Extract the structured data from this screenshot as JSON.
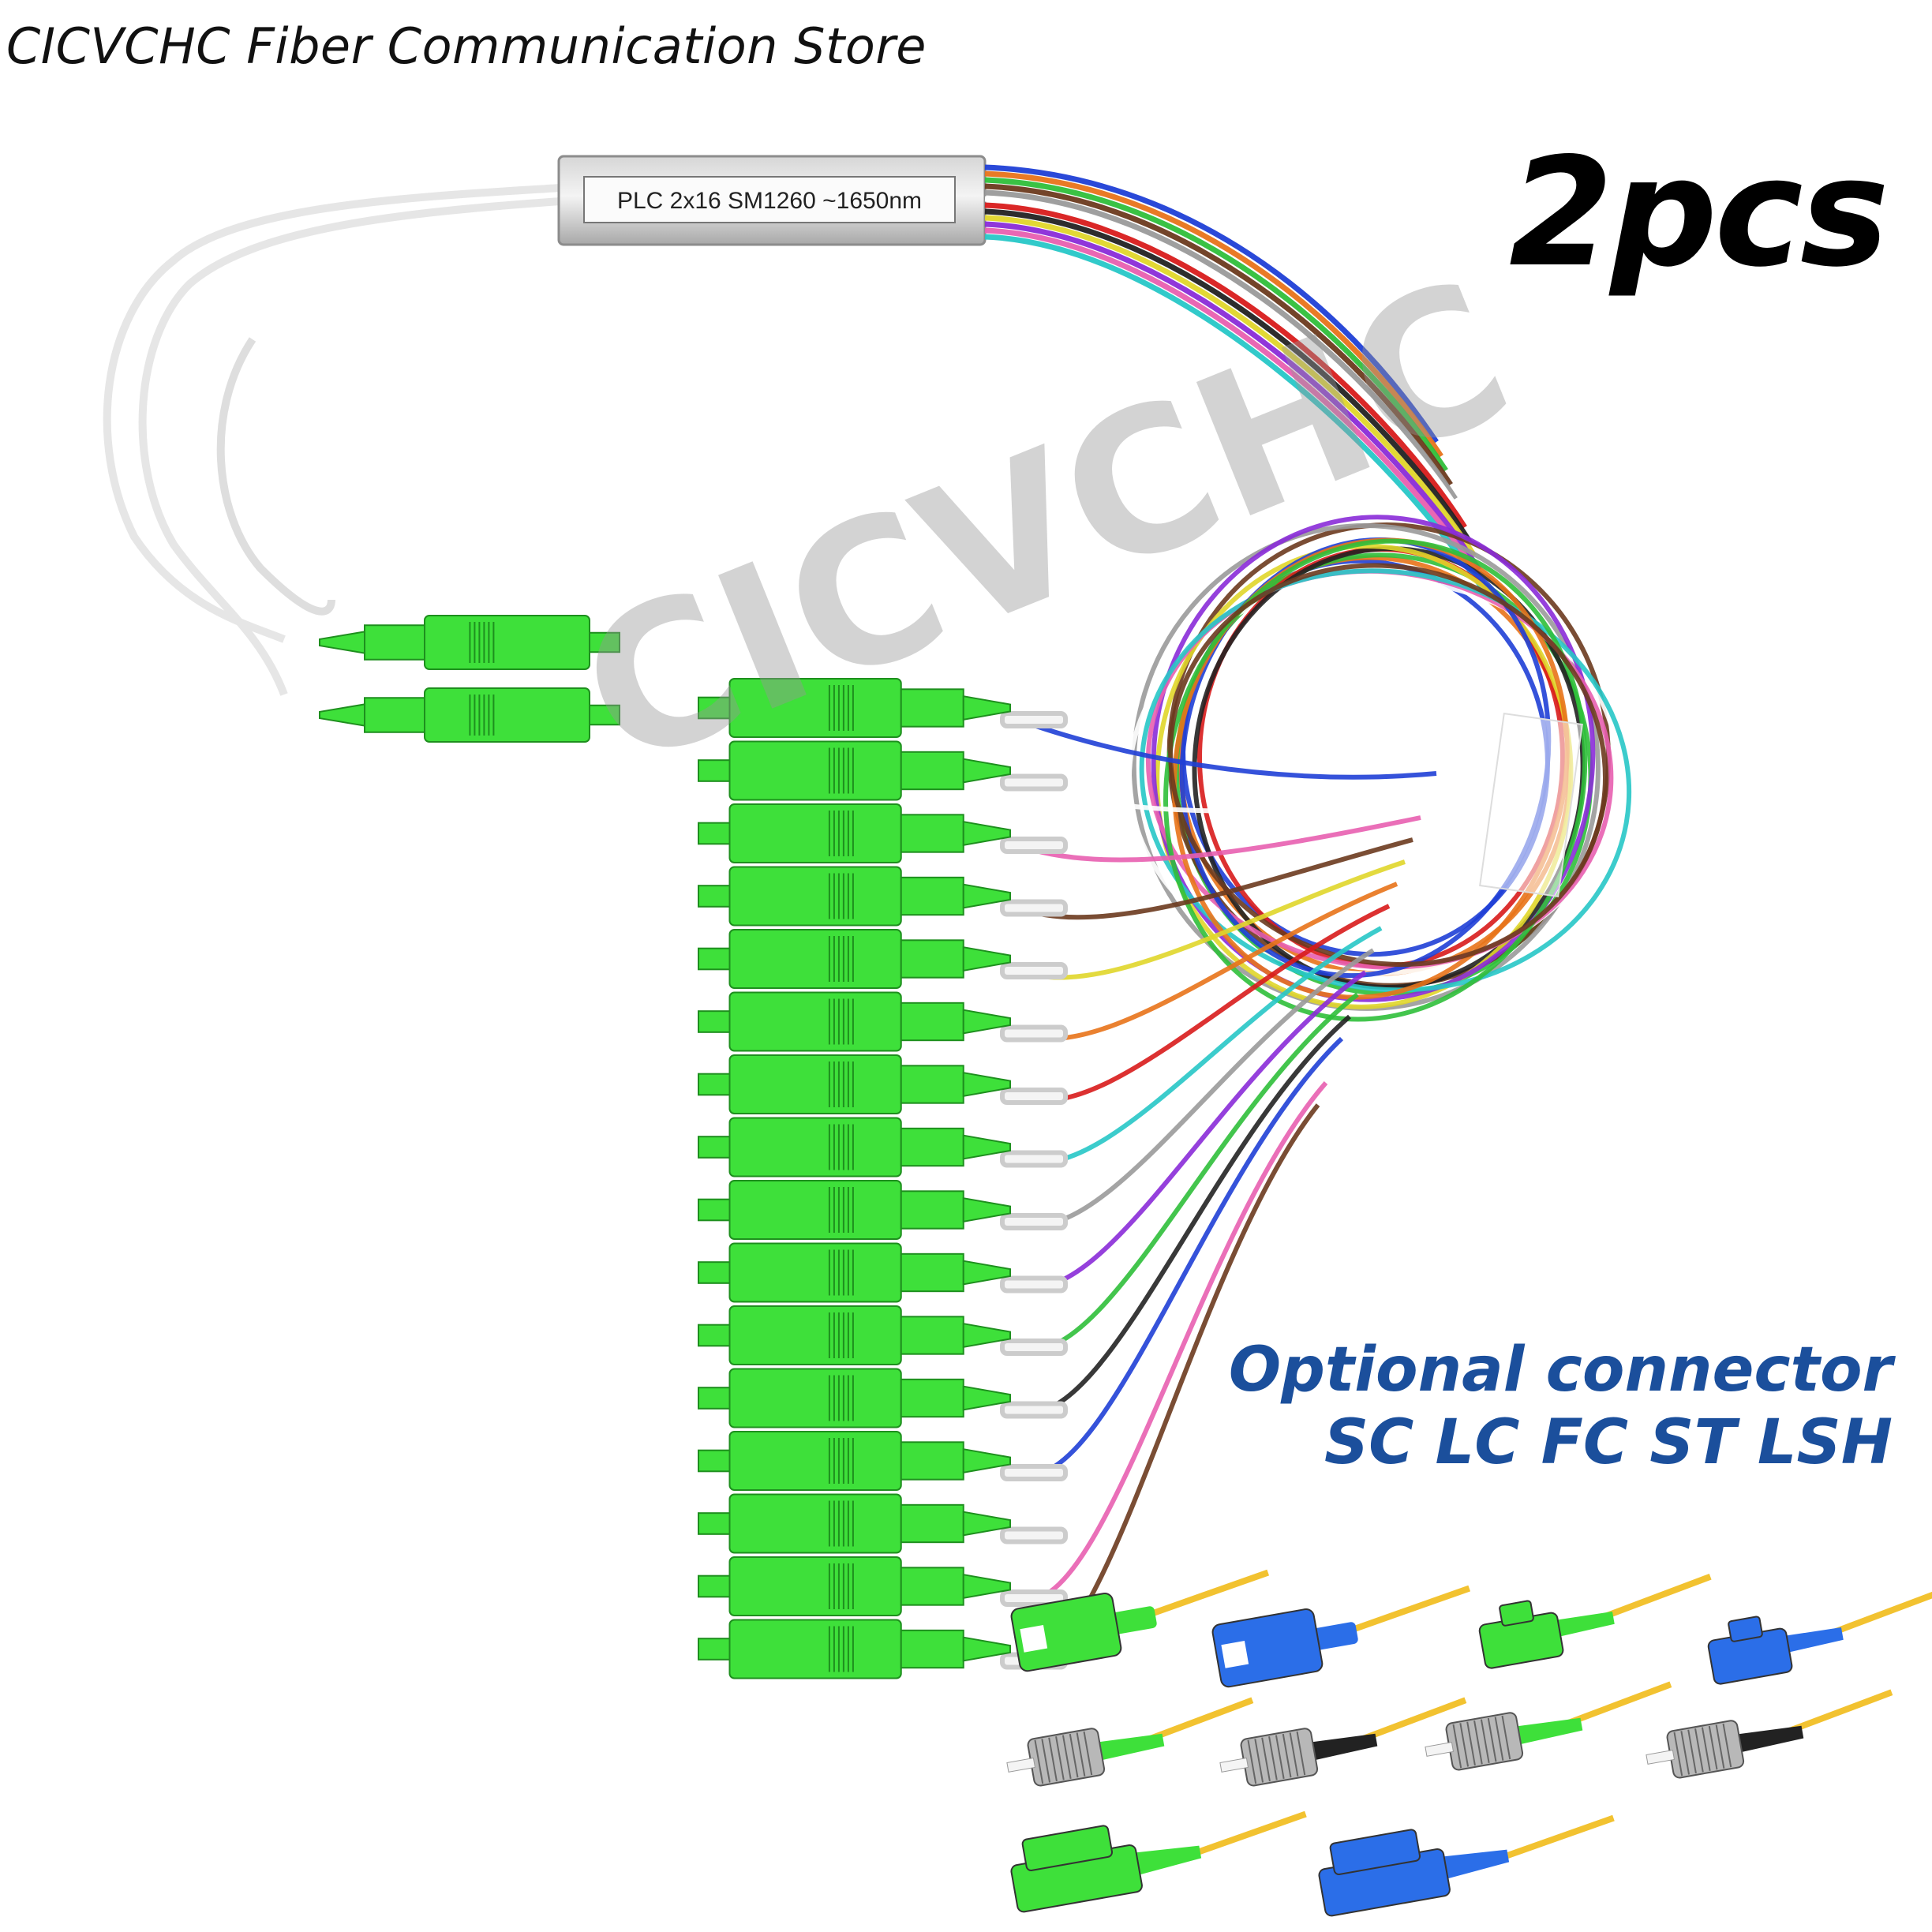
{
  "header": {
    "store_name": "CICVCHC Fiber Communication Store"
  },
  "badge": {
    "quantity": "2pcs"
  },
  "splitter": {
    "label": "PLC 2x16 SM1260 ~1650nm"
  },
  "watermark": {
    "text": "CICVCHC"
  },
  "options": {
    "title": "Optional connector",
    "types": "SC LC FC ST LSH"
  },
  "colors": {
    "sc_apc_green": "#3ee03a",
    "upc_blue": "#2b6ee8",
    "text_blue": "#1b4f9c",
    "fiber_colors": [
      "#1f3fd6",
      "#e8731a",
      "#2fbf3a",
      "#6b3a1e",
      "#9a9a9a",
      "#ffffff",
      "#d81b1b",
      "#222222",
      "#e0d62a",
      "#8a2bd8",
      "#e85fb0",
      "#27c7c7"
    ]
  },
  "connectors": {
    "input_count": 2,
    "output_count": 16,
    "optional_icons": [
      "sc-apc-icon",
      "sc-upc-icon",
      "lc-apc-icon",
      "lc-upc-icon",
      "fc-apc-icon",
      "fc-upc-icon",
      "st-apc-icon",
      "st-upc-icon",
      "lsh-apc-icon",
      "lsh-upc-icon"
    ]
  }
}
